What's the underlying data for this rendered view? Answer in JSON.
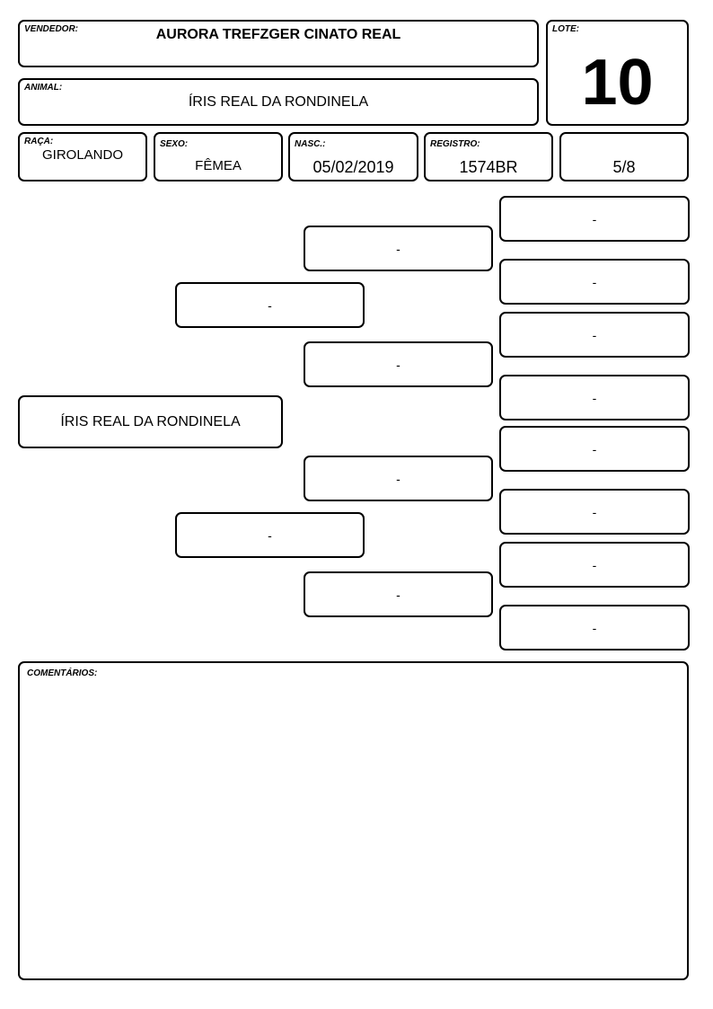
{
  "header": {
    "vendedor": {
      "label": "VENDEDOR:",
      "value": "AURORA TREFZGER CINATO REAL"
    },
    "lote": {
      "label": "LOTE:",
      "value": "10"
    },
    "animal": {
      "label": "ANIMAL:",
      "value": "ÍRIS REAL DA RONDINELA"
    }
  },
  "info": {
    "raca": {
      "label": "RAÇA:",
      "value": "GIROLANDO"
    },
    "sexo": {
      "label": "SEXO:",
      "value": "FÊMEA"
    },
    "nasc": {
      "label": "NASC.:",
      "value": "05/02/2019"
    },
    "registro": {
      "label": "REGISTRO:",
      "value": "1574BR"
    },
    "grau": {
      "value": "5/8"
    }
  },
  "pedigree": {
    "animal": "ÍRIS REAL DA RONDINELA",
    "parents": [
      "-",
      "-"
    ],
    "grandparents": [
      "-",
      "-",
      "-",
      "-"
    ],
    "great_grandparents": [
      "-",
      "-",
      "-",
      "-",
      "-",
      "-",
      "-",
      "-"
    ]
  },
  "comments": {
    "label": "COMENTÁRIOS:",
    "value": ""
  }
}
